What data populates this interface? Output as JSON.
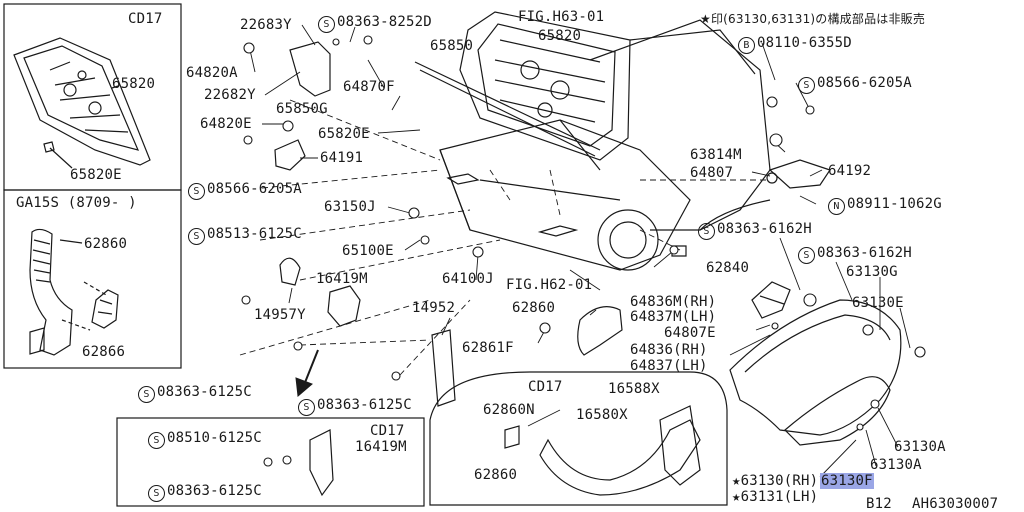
{
  "inset_top": {
    "title": "CD17",
    "parts": [
      "65820",
      "65820E"
    ]
  },
  "inset_left": {
    "title": "GA15S (8709-   )",
    "parts": [
      "62860",
      "62866"
    ]
  },
  "inset_bottom_left": {
    "title": "CD17",
    "parts": [
      "08510-6125C",
      "16419M",
      "08363-6125C"
    ]
  },
  "inset_bottom_mid": {
    "title": "CD17",
    "parts": [
      "16588X",
      "62860N",
      "16580X",
      "62860"
    ]
  },
  "note": "★印(63130,63131)の構成部品は非販売",
  "fig_refs": [
    "FIG.H63-01",
    "FIG.H62-01"
  ],
  "labels": {
    "p22683Y": "22683Y",
    "p08363_8252D": "08363-8252D",
    "p65820_top": "65820",
    "p64820A": "64820A",
    "p65850": "65850",
    "p22682Y": "22682Y",
    "p64870F": "64870F",
    "p65850G": "65850G",
    "p64820E": "64820E",
    "p65820E": "65820E",
    "p64191": "64191",
    "p08566_6205A_l": "08566-6205A",
    "p63150J": "63150J",
    "p08513_6125C": "08513-6125C",
    "p65100E": "65100E",
    "p16419M": "16419M",
    "p64100J": "64100J",
    "p14957Y": "14957Y",
    "p14952": "14952",
    "p62860_mid": "62860",
    "p62861F": "62861F",
    "p08363_6125C_a": "08363-6125C",
    "p08363_6125C_b": "08363-6125C",
    "p08110_6355D": "08110-6355D",
    "p08566_6205A_r": "08566-6205A",
    "p63814M": "63814M",
    "p64192": "64192",
    "p64807": "64807",
    "p08911_1062G": "08911-1062G",
    "p08363_6162H_a": "08363-6162H",
    "p62840": "62840",
    "p08363_6162H_b": "08363-6162H",
    "p63130G": "63130G",
    "p63130E": "63130E",
    "p64836M": "64836M(RH)",
    "p64837M": "64837M(LH)",
    "p64807E": "64807E",
    "p64836": "64836(RH)",
    "p64837": "64837(LH)",
    "p63130A_a": "63130A",
    "p63130A_b": "63130A",
    "p63130RH": "★63130(RH)",
    "p63131LH": "★63131(LH)",
    "p63130F": "63130F",
    "code_b12": "B12",
    "code_ah": "AH63030007"
  },
  "symbols": {
    "s": "S",
    "b": "B",
    "n": "N"
  }
}
